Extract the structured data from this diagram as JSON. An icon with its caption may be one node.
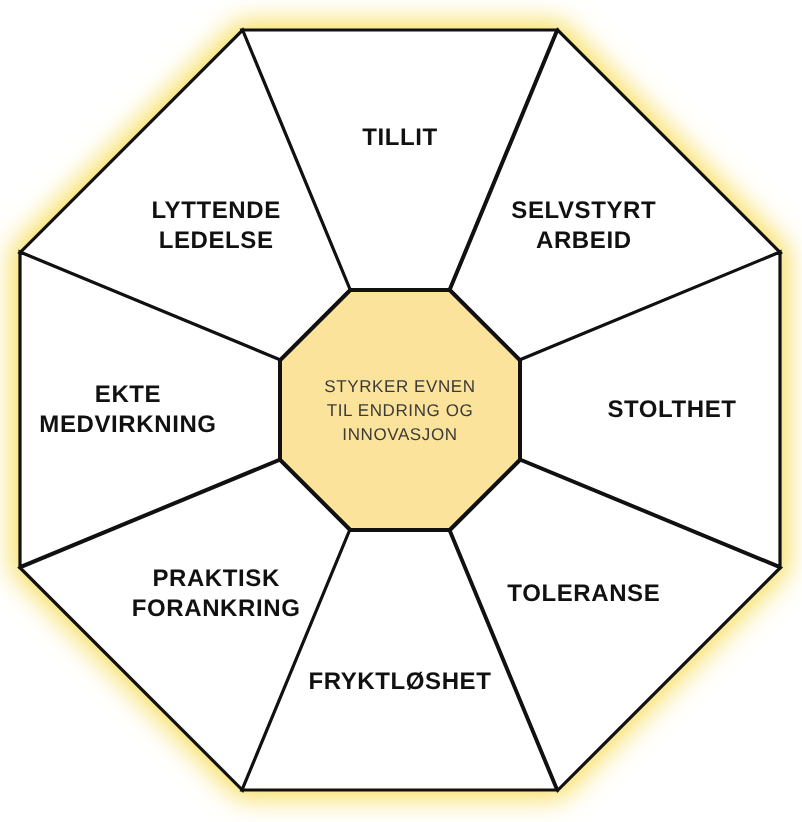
{
  "diagram": {
    "nodes": [
      {
        "text": [
          "TILLIT"
        ]
      },
      {
        "text": [
          "LYTTENDE LEDELSE"
        ]
      },
      {
        "text": [
          "SELVSTYRT ARBEID"
        ]
      },
      {
        "text": [
          "EKTE MEDVIRKNING"
        ]
      },
      {
        "text": [
          "STYRKER EVNEN TIL ENDRING OG INNOVASJON"
        ]
      },
      {
        "text": [
          "STOLTHET"
        ]
      },
      {
        "text": [
          "PRAKTISK FORANKRING"
        ]
      },
      {
        "text": [
          "TOLERANSE"
        ]
      },
      {
        "text": [
          "FRYKTLØSHET"
        ]
      }
    ]
  }
}
